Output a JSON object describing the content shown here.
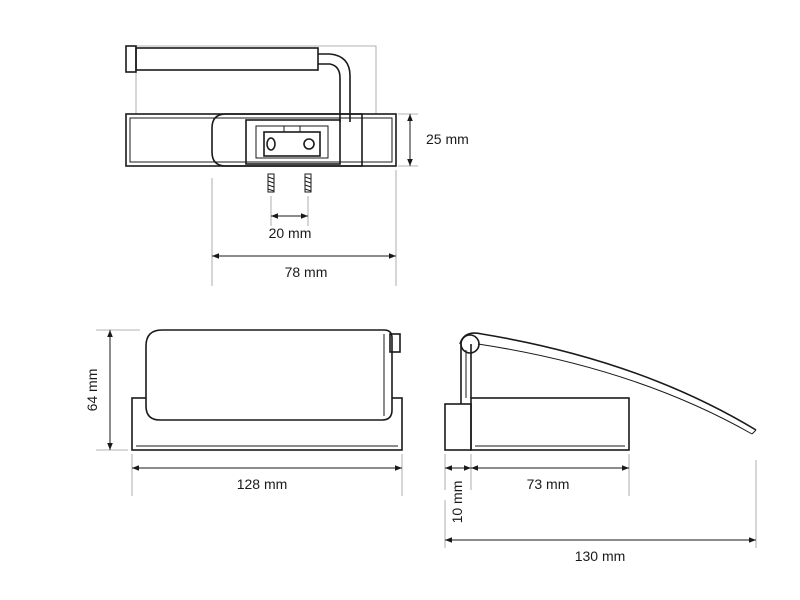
{
  "title": "",
  "colors": {
    "ink": "#1a1a1a",
    "extension": "#9a9a9a",
    "background": "#ffffff"
  },
  "dimensions": {
    "top_height": "25 mm",
    "screw_spacing": "20 mm",
    "top_width": "78 mm",
    "front_height": "64 mm",
    "front_width": "128 mm",
    "side_depth": "73 mm",
    "side_base": "10 mm",
    "total_projection": "130 mm"
  }
}
